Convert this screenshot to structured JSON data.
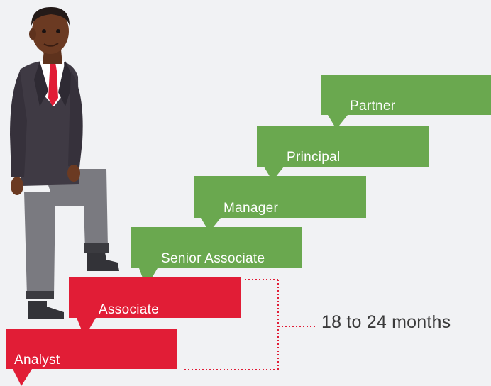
{
  "colors": {
    "green": "#6aa84f",
    "red": "#e11d36",
    "background": "#f1f2f4",
    "text_dark": "#3a3a3a"
  },
  "career_steps": [
    {
      "label": "Analyst",
      "color": "red"
    },
    {
      "label": "Associate",
      "color": "red"
    },
    {
      "label": "Senior Associate",
      "color": "green"
    },
    {
      "label": "Manager",
      "color": "green"
    },
    {
      "label": "Principal",
      "color": "green"
    },
    {
      "label": "Partner",
      "color": "green"
    }
  ],
  "timeline": {
    "label": "18 to 24 months"
  },
  "illustration": {
    "name": "businessman-climbing-stairs"
  }
}
